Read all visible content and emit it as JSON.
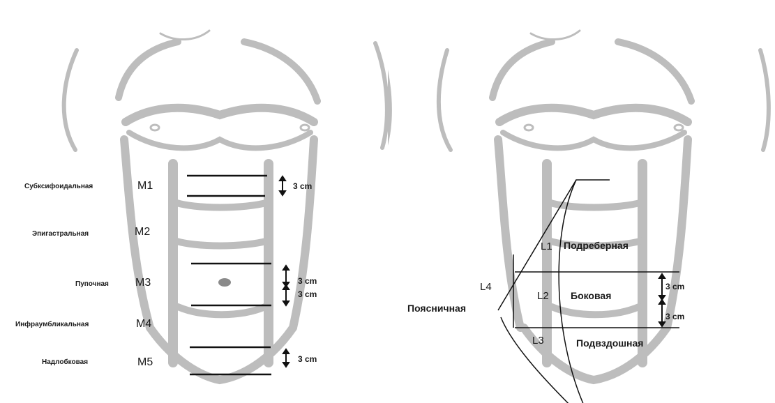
{
  "midline": {
    "zones": [
      {
        "name": "Субксифоидальная",
        "code": "M1"
      },
      {
        "name": "Эпигастральная",
        "code": "M2"
      },
      {
        "name": "Пупочная",
        "code": "M3"
      },
      {
        "name": "Инфраумбликальная",
        "code": "M4"
      },
      {
        "name": "Надлобковая",
        "code": "M5"
      }
    ],
    "measurements": [
      "3 cm",
      "3 cm",
      "3 cm",
      "3 cm"
    ]
  },
  "lateral": {
    "zones": [
      {
        "code": "L1",
        "name": "Подреберная"
      },
      {
        "code": "L2",
        "name": "Боковая"
      },
      {
        "code": "L3",
        "name": "Подвздошная"
      },
      {
        "code": "L4",
        "name": "Поясничная"
      }
    ],
    "measurements": [
      "3 cm",
      "3 cm"
    ]
  },
  "colors": {
    "anatomy": "#bdbdbd",
    "lines": "#111111",
    "background": "#ffffff"
  }
}
